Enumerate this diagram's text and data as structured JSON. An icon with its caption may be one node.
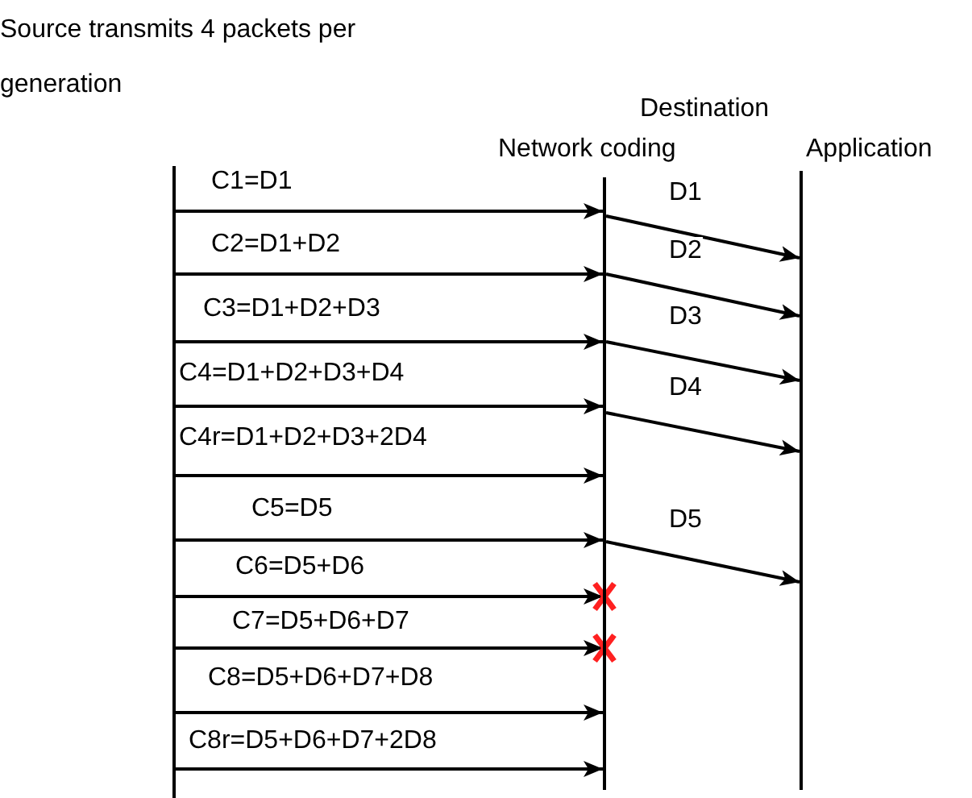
{
  "diagram": {
    "nodes": [
      {
        "text": [
          "Source transmits 4 packets per generation"
        ]
      },
      {
        "text": [
          "Network coding"
        ]
      },
      {
        "text": [
          "Application"
        ]
      }
    ],
    "edges": [
      {
        "from": 0,
        "to": 1,
        "arrow": "to",
        "label": "C1=D1"
      },
      {
        "from": 0,
        "to": 1,
        "arrow": "to",
        "label": "C2=D1+D2"
      },
      {
        "from": 0,
        "to": 1,
        "arrow": "to",
        "label": "C3=D1+D2+D3"
      },
      {
        "from": 0,
        "to": 1,
        "arrow": "to",
        "label": "C4=D1+D2+D3+D4"
      },
      {
        "from": 0,
        "to": 1,
        "arrow": "to",
        "label": "C4r=D1+D2+D3+2D4"
      },
      {
        "from": 0,
        "to": 1,
        "arrow": "to",
        "label": "C5=D5"
      },
      {
        "from": 0,
        "to": 1,
        "arrow": "to",
        "label": "C6=D5+D6"
      },
      {
        "from": 0,
        "to": 1,
        "arrow": "to",
        "label": "C7=D5+D6+D7"
      },
      {
        "from": 0,
        "to": 1,
        "arrow": "to",
        "label": "C8=D5+D6+D7+D8"
      },
      {
        "from": 0,
        "to": 1,
        "arrow": "to",
        "label": "C8r=D5+D6+D7+2D8"
      },
      {
        "from": 1,
        "to": 2,
        "arrow": "to",
        "label": "D1"
      },
      {
        "from": 1,
        "to": 2,
        "arrow": "to",
        "label": "D2"
      },
      {
        "from": 1,
        "to": 2,
        "arrow": "to",
        "label": "D3"
      },
      {
        "from": 1,
        "to": 2,
        "arrow": "to",
        "label": "D4"
      },
      {
        "from": 1,
        "to": 2,
        "arrow": "to",
        "label": "D5"
      }
    ],
    "labels": [
      "Destination"
    ]
  }
}
